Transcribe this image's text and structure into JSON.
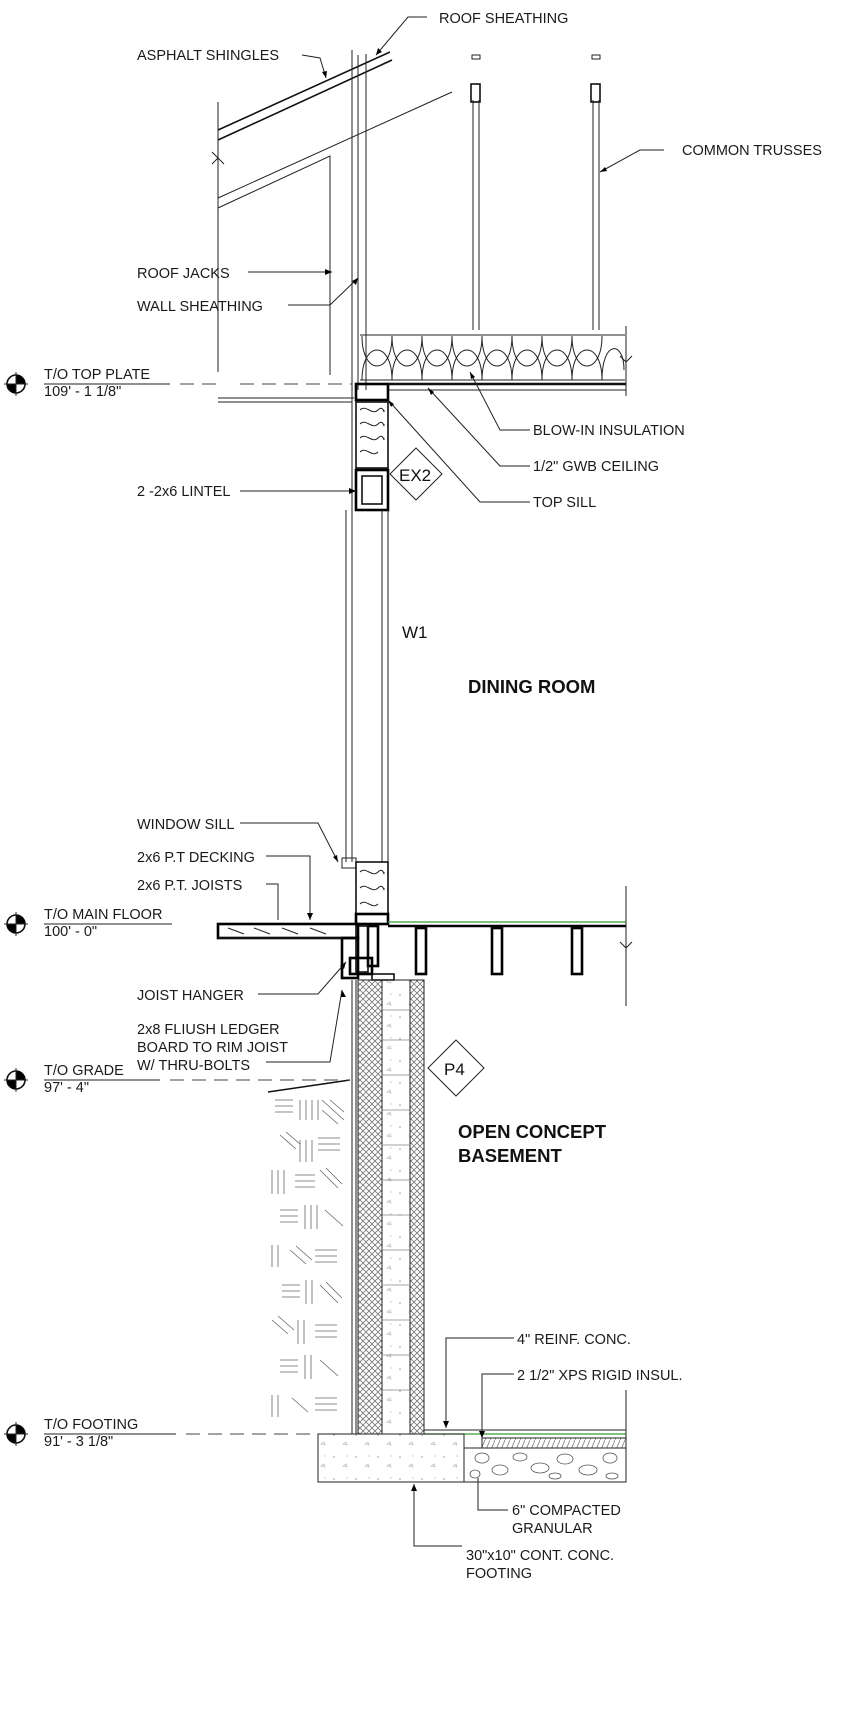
{
  "labels": {
    "roof_sheathing": "ROOF SHEATHING",
    "asphalt_shingles": "ASPHALT SHINGLES",
    "common_trusses": "COMMON TRUSSES",
    "roof_jacks": "ROOF JACKS",
    "wall_sheathing": "WALL SHEATHING",
    "blow_in_insulation": "BLOW-IN INSULATION",
    "gwb_ceiling": "1/2\" GWB CEILING",
    "top_sill": "TOP SILL",
    "lintel": "2 -2x6 LINTEL",
    "window_sill": "WINDOW SILL",
    "decking": "2x6 P.T DECKING",
    "joists": "2x6 P.T. JOISTS",
    "joist_hanger": "JOIST HANGER",
    "ledger_1": "2x8 FLIUSH LEDGER",
    "ledger_2": "BOARD TO RIM JOIST",
    "ledger_3": "W/ THRU-BOLTS",
    "reinf_conc": "4\" REINF. CONC.",
    "xps": "2 1/2\" XPS RIGID INSUL.",
    "granular_1": "6\" COMPACTED",
    "granular_2": "GRANULAR",
    "footing_1": "30\"x10\" CONT. CONC.",
    "footing_2": "FOOTING"
  },
  "levels": [
    {
      "name": "T/O TOP PLATE",
      "elevation": "109' - 1 1/8\""
    },
    {
      "name": "T/O MAIN FLOOR",
      "elevation": "100' - 0\""
    },
    {
      "name": "T/O GRADE",
      "elevation": "97' - 4\""
    },
    {
      "name": "T/O FOOTING",
      "elevation": "91' - 3 1/8\""
    }
  ],
  "rooms": {
    "dining": "DINING ROOM",
    "basement_1": "OPEN CONCEPT",
    "basement_2": "BASEMENT"
  },
  "tags": {
    "window": "W1",
    "ex2": "EX2",
    "p4": "P4"
  }
}
